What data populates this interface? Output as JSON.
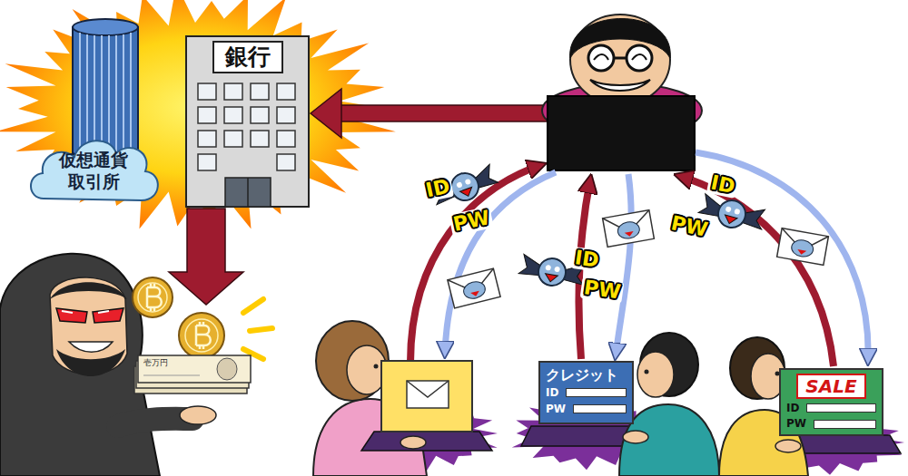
{
  "diagram": {
    "nodes": [
      {
        "text": [
          "仮想通貨 取引所"
        ]
      },
      {
        "text": [
          "銀行"
        ]
      },
      {
        "text": [
          "クレジット",
          "ID",
          "PW"
        ]
      },
      {
        "text": [
          "SALE",
          "ID",
          "PW"
        ]
      }
    ],
    "labels": [
      "ID",
      "PW",
      "ID",
      "PW",
      "ID",
      "PW",
      "壱万円"
    ]
  }
}
